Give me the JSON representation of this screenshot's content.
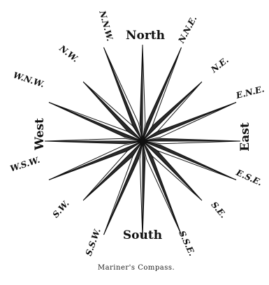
{
  "labels": {
    "north": "North",
    "south": "South",
    "east": "East",
    "west": "West",
    "nnw": "N.N.W.",
    "nne": "N.N.E.",
    "nw": "N.W.",
    "ne": "N.E.",
    "wnw": "W.N.W.",
    "ene": "E.N.E.",
    "wsw": "W.S.W.",
    "ese": "E.S.E.",
    "sw": "S.W.",
    "se": "S.E.",
    "ssw": "S.S.W.",
    "sse": "S.S.E."
  },
  "caption": "Mariner's Compass.",
  "colors": {
    "ink": "#111111",
    "paper": "#ffffff",
    "shade": "#2b2b2b"
  }
}
